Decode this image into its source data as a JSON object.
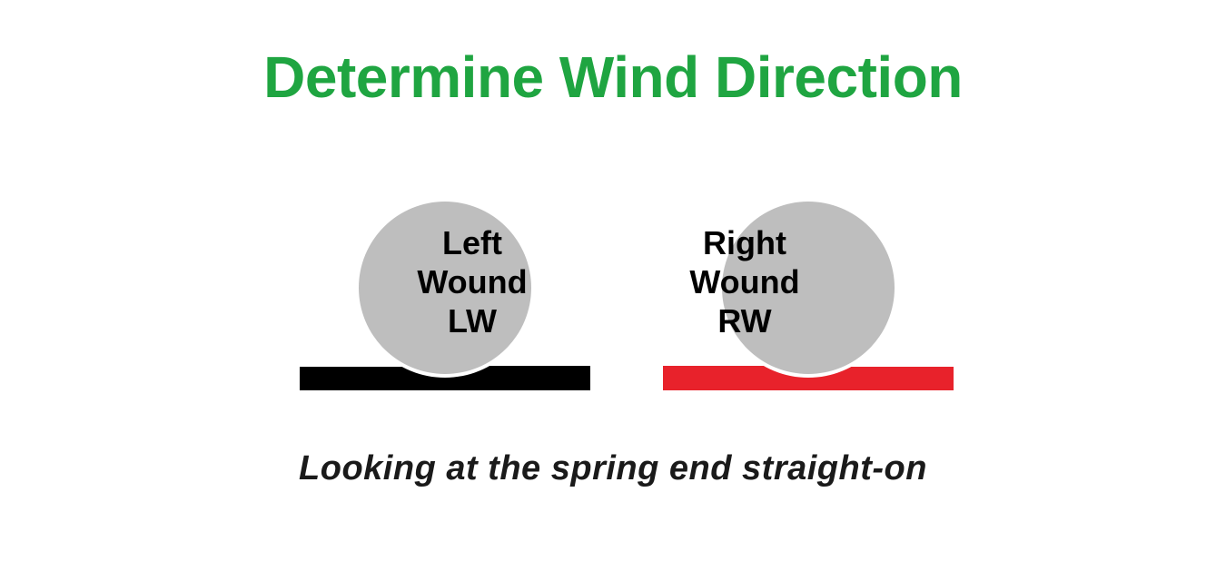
{
  "page": {
    "background_color": "#FFFFFF",
    "title": "Determine Wind Direction",
    "title_color": "#1FA541",
    "caption": "Looking at the spring end straight-on",
    "caption_color": "#1A1A1A"
  },
  "diagram": {
    "type": "spring-wind-direction-comparison",
    "hub_fill_color": "#BEBEBE",
    "hub_outline_color": "#FFFFFF",
    "coils": [
      {
        "id": "left-wound",
        "color": "#000000",
        "tail_direction": "left",
        "label_lines": [
          "Left",
          "Wound",
          "LW"
        ],
        "abbreviation": "LW",
        "name": "Left Wound"
      },
      {
        "id": "right-wound",
        "color": "#E8222B",
        "tail_direction": "right",
        "label_lines": [
          "Right",
          "Wound",
          "RW"
        ],
        "abbreviation": "RW",
        "name": "Right Wound"
      }
    ]
  }
}
